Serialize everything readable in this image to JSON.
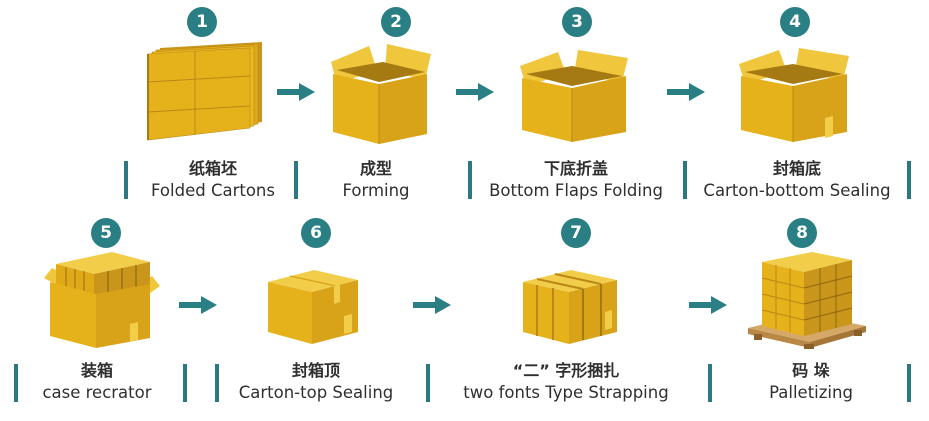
{
  "colors": {
    "accent": "#2a7f85",
    "box": "#e6b21c",
    "box_dark": "#c9951a",
    "box_light": "#f2cd4a",
    "pallet": "#c99a5a"
  },
  "steps": [
    {
      "number": "1",
      "zh": "纸箱坯",
      "en": "Folded Cartons"
    },
    {
      "number": "2",
      "zh": "成型",
      "en": "Forming"
    },
    {
      "number": "3",
      "zh": "下底折盖",
      "en": "Bottom Flaps Folding"
    },
    {
      "number": "4",
      "zh": "封箱底",
      "en": "Carton-bottom Sealing"
    },
    {
      "number": "5",
      "zh": "装箱",
      "en": "case recrator"
    },
    {
      "number": "6",
      "zh": "封箱顶",
      "en": "Carton-top Sealing"
    },
    {
      "number": "7",
      "zh": "“二” 字形捆扎",
      "en": "two fonts Type Strapping"
    },
    {
      "number": "8",
      "zh": "码 垛",
      "en": "Palletizing"
    }
  ]
}
